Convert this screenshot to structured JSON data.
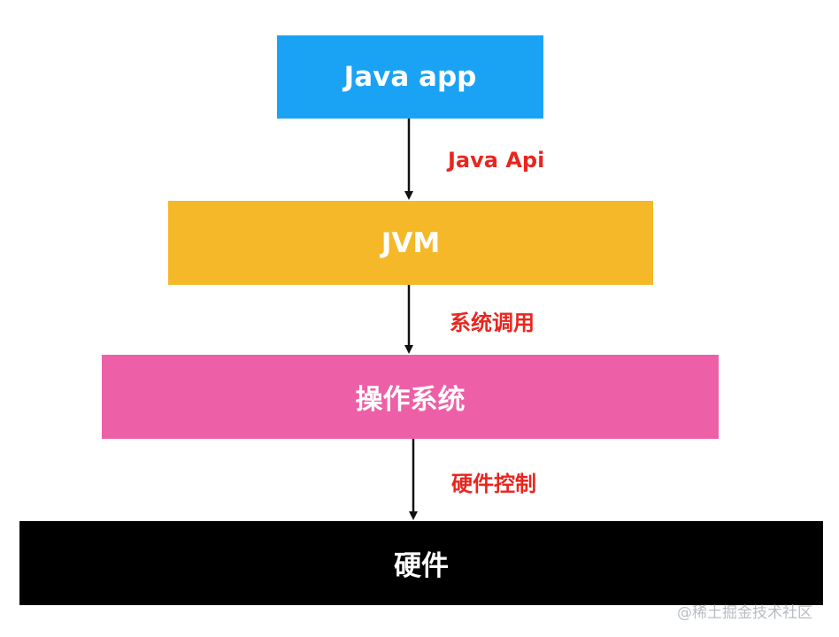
{
  "colors": {
    "app_box": "#1aa3f5",
    "jvm_box": "#f5b829",
    "os_box": "#ed5fa6",
    "hardware_box": "#000000",
    "edge_label": "#e8261f",
    "arrow": "#111111"
  },
  "layers": {
    "app": "Java app",
    "jvm": "JVM",
    "os": "操作系统",
    "hardware": "硬件"
  },
  "edges": {
    "app_to_jvm": "Java Api",
    "jvm_to_os": "系统调用",
    "os_to_hardware": "硬件控制"
  },
  "watermark": "@稀土掘金技术社区"
}
